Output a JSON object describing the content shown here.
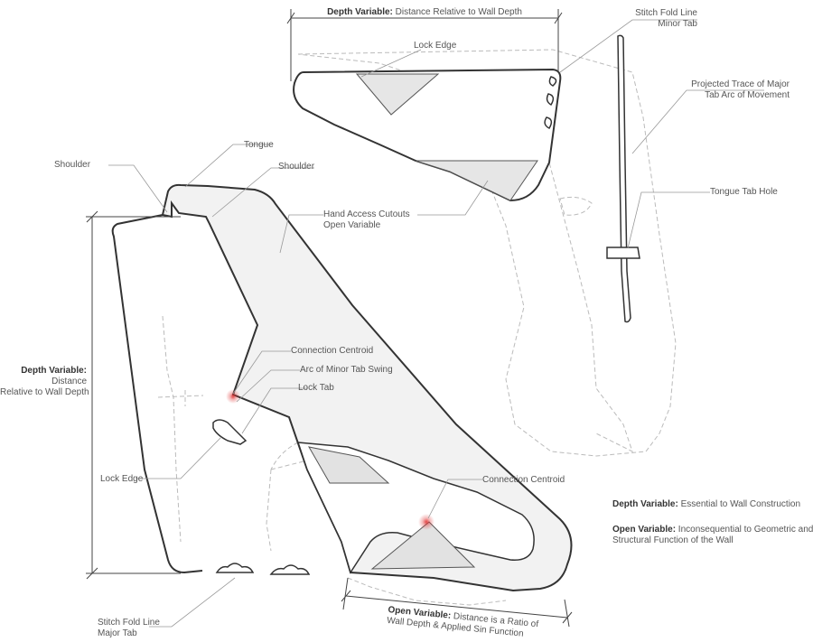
{
  "dimensions": {
    "depth_top": {
      "bold": "Depth Variable:",
      "text": " Distance Relative to Wall Depth"
    },
    "depth_left": {
      "bold": "Depth Variable:",
      "line2": "Distance",
      "line3": "Relative to Wall Depth"
    },
    "open_bottom": {
      "bold": "Open Variable:",
      "text": " Distance is a Ratio of",
      "line2": "Wall Depth & Applied Sin Function"
    }
  },
  "callouts": {
    "stitch_fold_minor": [
      "Stitch Fold Line",
      "Minor Tab"
    ],
    "lock_edge_top": "Lock Edge",
    "projected_trace": [
      "Projected Trace of Major",
      "Tab Arc of Movement"
    ],
    "tongue": "Tongue",
    "shoulder_left": "Shoulder",
    "shoulder_right": "Shoulder",
    "hand_access": [
      "Hand Access Cutouts",
      "Open Variable"
    ],
    "tongue_tab_hole": "Tongue Tab Hole",
    "connection_centroid_1": "Connection Centroid",
    "arc_minor_tab": "Arc of Minor Tab Swing",
    "lock_tab": "Lock Tab",
    "lock_edge_left": "Lock Edge",
    "connection_centroid_2": "Connection Centroid",
    "stitch_fold_major": [
      "Stitch Fold Line",
      "Major Tab"
    ]
  },
  "legend": {
    "depth": {
      "bold": "Depth Variable:",
      "text": " Essential to Wall Construction"
    },
    "open": {
      "bold": "Open Variable:",
      "text": " Inconsequential to Geometric and",
      "line2": "Structural Function of the Wall"
    }
  },
  "colors": {
    "outline": "#333333",
    "fill": "#f2f2f2",
    "shade": "#e2e2e2",
    "leader": "#999999",
    "dash": "#bbbbbb",
    "centroid": "#e03030"
  }
}
